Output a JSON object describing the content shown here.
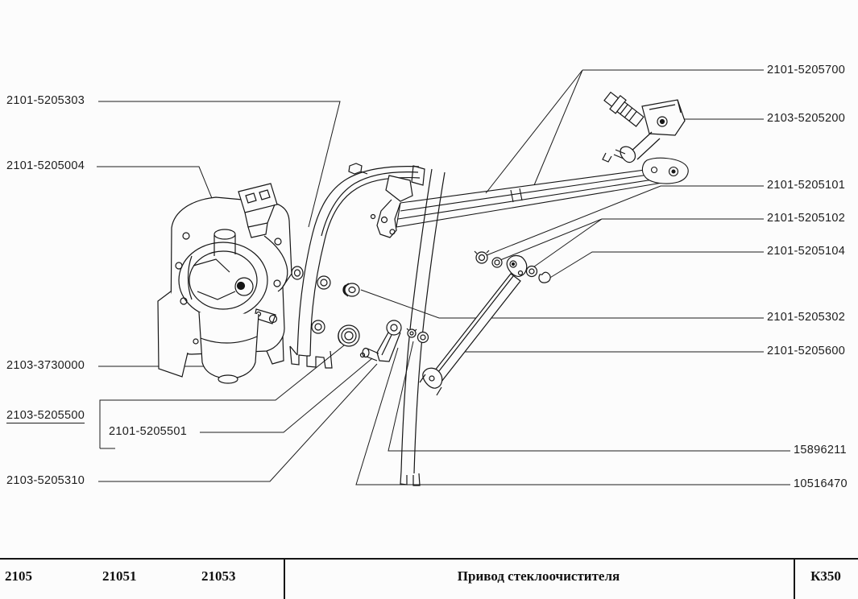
{
  "diagram_title": "Привод стеклоочистителя",
  "labels": {
    "left": [
      "2101-5205303",
      "2101-5205004",
      "2103-3730000",
      "2103-5205500",
      "2101-5205501",
      "2103-5205310"
    ],
    "right": [
      "2101-5205700",
      "2103-5205200",
      "2101-5205101",
      "2101-5205102",
      "2101-5205104",
      "2101-5205302",
      "2101-5205600",
      "15896211",
      "10516470"
    ]
  },
  "footer": {
    "models": [
      "2105",
      "21051",
      "21053"
    ],
    "assembly_title": "Привод стеклоочистителя",
    "page_code": "К350"
  }
}
